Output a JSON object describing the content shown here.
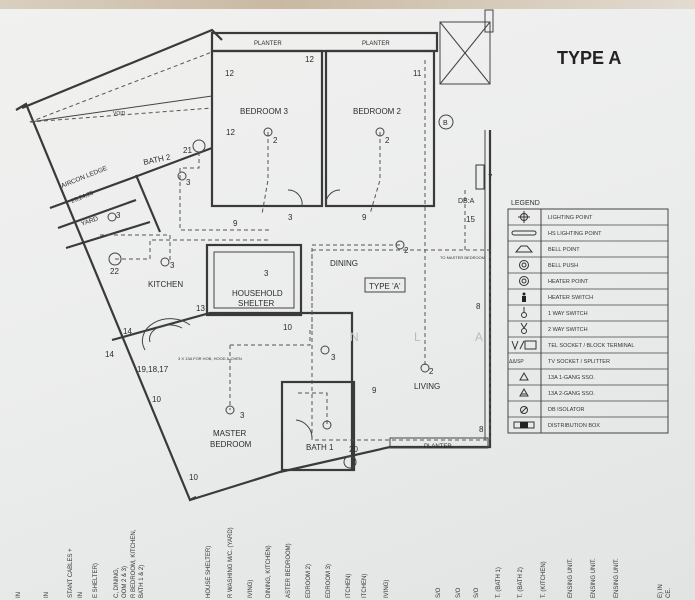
{
  "title": "TYPE A",
  "watermark": "N L A",
  "plan": {
    "rooms": {
      "bedroom3": "BEDROOM 3",
      "bedroom2": "BEDROOM 2",
      "void": "VOID",
      "aircon_ledge": "AIRCON LEDGE",
      "aircon_numbers": "23,24,25",
      "bath2": "BATH 2",
      "yard": "YARD",
      "kitchen": "KITCHEN",
      "household_shelter_1": "HOUSEHOLD",
      "household_shelter_2": "SHELTER",
      "dining": "DINING",
      "type_tag": "TYPE 'A'",
      "living": "LIVING",
      "master_bedroom_1": "MASTER",
      "master_bedroom_2": "BEDROOM",
      "bath1": "BATH 1",
      "planter_top_left": "PLANTER",
      "planter_top_right": "PLANTER",
      "planter_bottom": "PLANTER",
      "db": "DB:A",
      "b_marker": "B",
      "cooker_note": "3 X 13A FOR HOB, HOOD & OVEN",
      "to_master": "TO MASTER BEDROOM"
    },
    "points": [
      "12",
      "12",
      "12",
      "11",
      "2",
      "2",
      "21",
      "3",
      "3",
      "9",
      "3",
      "9",
      "3",
      "22",
      "3",
      "13",
      "14",
      "14",
      "19,18,17",
      "10",
      "2",
      "15",
      "7",
      "8",
      "8",
      "9",
      "3",
      "3",
      "10",
      "10",
      "20",
      "2"
    ]
  },
  "legend": {
    "title": "LEGEND",
    "items": [
      {
        "icon": "lighting-point-icon",
        "label": "LIGHTING POINT"
      },
      {
        "icon": "hs-lighting-point-icon",
        "label": "HS LIGHTING POINT"
      },
      {
        "icon": "bell-point-icon",
        "label": "BELL POINT"
      },
      {
        "icon": "bell-push-icon",
        "label": "BELL PUSH"
      },
      {
        "icon": "heater-point-icon",
        "label": "HEATER POINT"
      },
      {
        "icon": "heater-switch-icon",
        "label": "HEATER SWITCH"
      },
      {
        "icon": "one-way-switch-icon",
        "label": "1 WAY SWITCH"
      },
      {
        "icon": "two-way-switch-icon",
        "label": "2 WAY SWITCH"
      },
      {
        "icon": "tel-socket-icon",
        "label": "TEL SOCKET / BLOCK TERMINAL"
      },
      {
        "icon": "tv-socket-icon",
        "label": "TV SOCKET / SPLITTER"
      },
      {
        "icon": "socket-1gang-icon",
        "label": "13A 1-GANG SSO."
      },
      {
        "icon": "socket-2gang-icon",
        "label": "13A 2-GANG SSO."
      },
      {
        "icon": "db-isolator-icon",
        "label": "DB ISOLATOR"
      },
      {
        "icon": "distribution-box-icon",
        "label": "DISTRIBUTION BOX"
      }
    ]
  },
  "notes": [
    "IN",
    "IN",
    "STANT CABLES +",
    "IN",
    "E SHELTER)",
    "C, DINING,",
    "OOM 2 & 3)",
    "R BEDROOM, KITCHEN,",
    "BATH 1 & 2)",
    "HOUSE SHELTER)",
    "R WASHING M/C. (YARD)",
    "IVING)",
    "DINING, KITCHEN)",
    "ASTER BEDROOM)",
    "EDROOM 2)",
    "EDROOM 3)",
    "ITCHEN)",
    "ITCHEN)",
    "IVING)",
    "S/O",
    "S/O",
    "S/O",
    "T. (BATH 1)",
    "T. (BATH 2)",
    "T. (KITCHEN)",
    "ENSING UNIT.",
    "ENSING UNIT.",
    "ENSING UNIT.",
    "E) IN",
    "CE."
  ]
}
